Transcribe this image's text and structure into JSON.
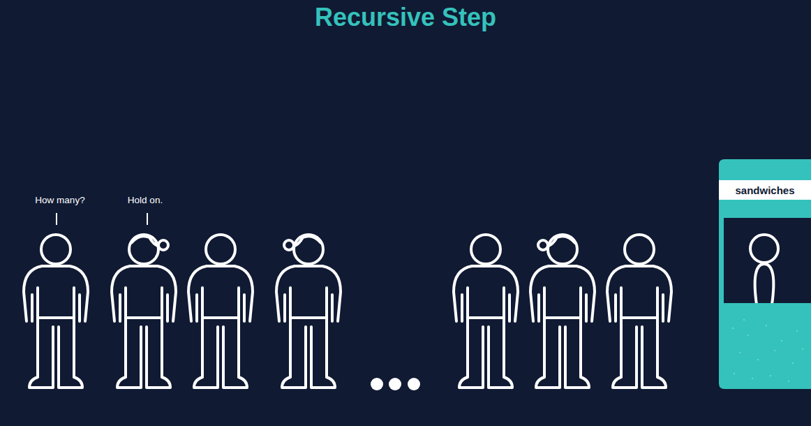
{
  "diagram": {
    "title": "Recursive Step",
    "nodes": [
      {
        "text": [
          "sandwiches"
        ]
      }
    ],
    "labels": [
      "How many?",
      "Hold on."
    ]
  }
}
